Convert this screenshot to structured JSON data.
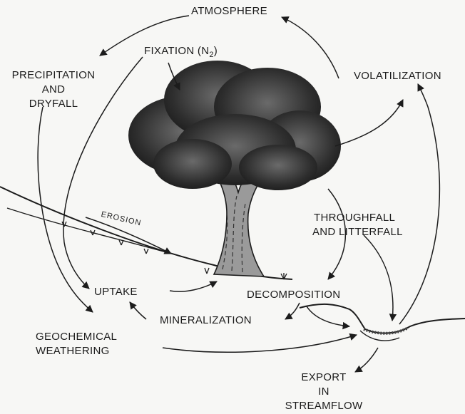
{
  "labels": {
    "atmosphere": "ATMOSPHERE",
    "fixation": "FIXATION (N",
    "fixation_sub": "2",
    "fixation_close": ")",
    "precipitation_line1": "PRECIPITATION",
    "precipitation_line2": "AND",
    "precipitation_line3": "DRYFALL",
    "volatilization": "VOLATILIZATION",
    "erosion": "EROSION",
    "throughfall_line1": "THROUGHFALL",
    "throughfall_line2": "AND LITTERFALL",
    "uptake": "UPTAKE",
    "decomposition": "DECOMPOSITION",
    "mineralization": "MINERALIZATION",
    "geochemical_line1": "GEOCHEMICAL",
    "geochemical_line2": "WEATHERING",
    "export_line1": "EXPORT",
    "export_line2": "IN",
    "export_line3": "STREAMFLOW"
  },
  "colors": {
    "ink": "#1c1c1c",
    "canopy": "#3a3a3a",
    "trunk": "#555555",
    "background": "#f7f7f5"
  }
}
